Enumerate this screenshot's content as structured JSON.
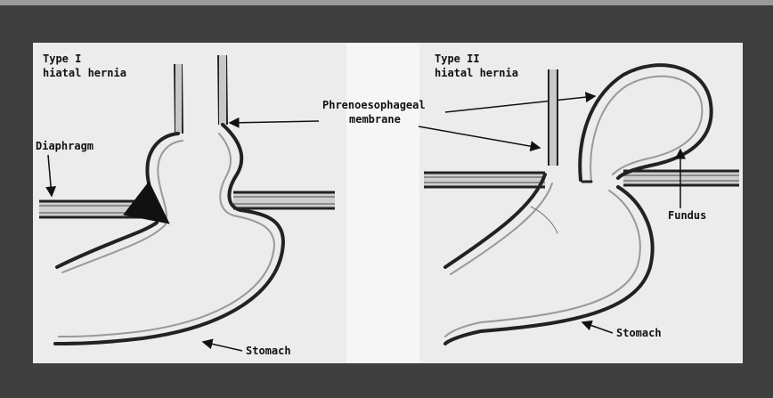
{
  "left_panel": {
    "title_line1": "Type I",
    "title_line2": "hiatal hernia",
    "label_diaphragm": "Diaphragm",
    "label_stomach": "Stomach"
  },
  "right_panel": {
    "title_line1": "Type II",
    "title_line2": "hiatal hernia",
    "label_fundus": "Fundus",
    "label_stomach": "Stomach"
  },
  "shared": {
    "label_membrane_line1": "Phrenoesophageal",
    "label_membrane_line2": "membrane"
  }
}
